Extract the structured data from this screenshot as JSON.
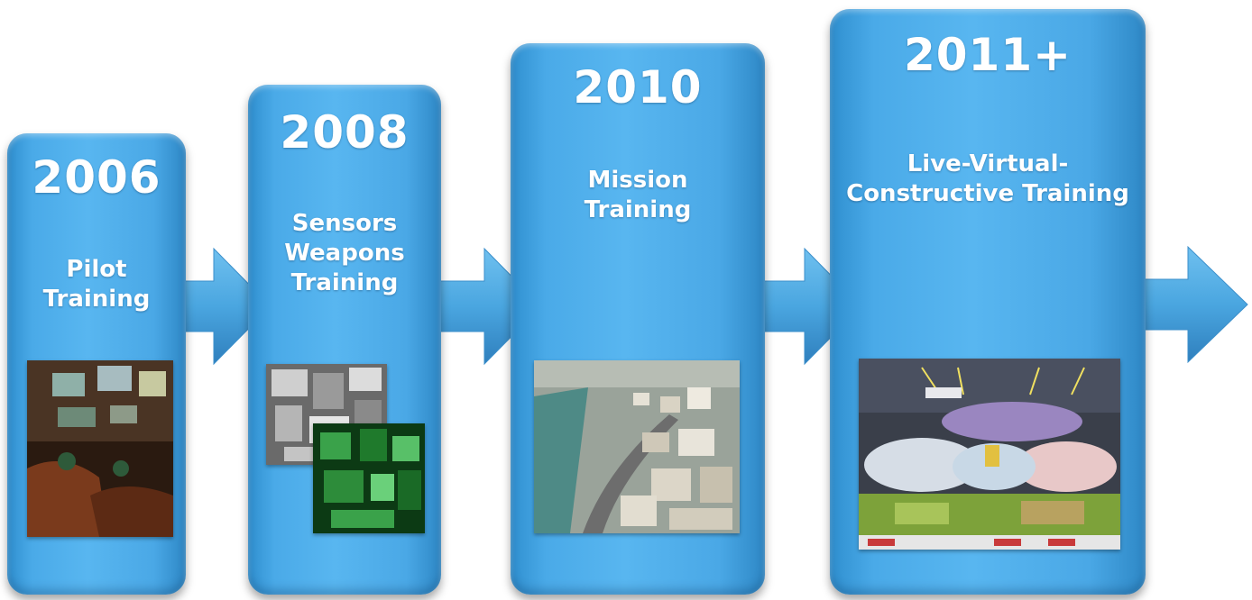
{
  "stages": [
    {
      "year": "2006",
      "title": "Pilot\nTraining",
      "image": "pilot-simulator-cockpit-photo"
    },
    {
      "year": "2008",
      "title": "Sensors\nWeapons\nTraining",
      "image": "infrared-city-imagery-photo"
    },
    {
      "year": "2010",
      "title": "Mission\nTraining",
      "image": "synthetic-city-terrain-render"
    },
    {
      "year": "2011+",
      "title": "Live-Virtual-\nConstructive Training",
      "image": "lvc-network-diagram-image"
    }
  ],
  "colors": {
    "panel": "#4aaae8",
    "arrow": "#4fa9e2",
    "text": "#ffffff"
  }
}
